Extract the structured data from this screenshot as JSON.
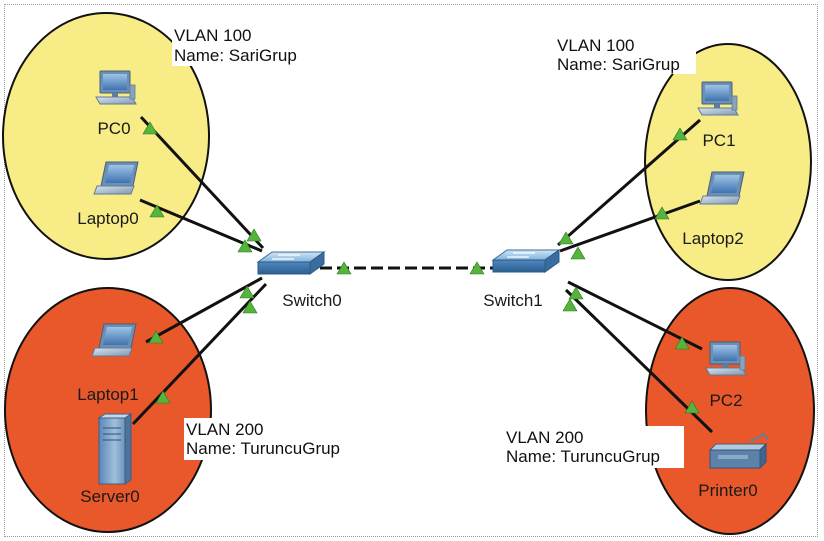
{
  "colors": {
    "vlan100_fill": "#f7ec86",
    "vlan200_fill": "#e8582a",
    "link_endpoint": "#55b43b",
    "link": "#111111"
  },
  "vlan_labels": {
    "left_100": {
      "line1": "VLAN 100",
      "line2": "Name: SariGrup"
    },
    "right_100": {
      "line1": "VLAN 100",
      "line2": "Name: SariGrup"
    },
    "left_200": {
      "line1": "VLAN 200",
      "line2": "Name: TuruncuGrup"
    },
    "right_200": {
      "line1": "VLAN 200",
      "line2": "Name: TuruncuGrup"
    }
  },
  "devices": {
    "pc0": {
      "label": "PC0",
      "icon": "pc-icon"
    },
    "laptop0": {
      "label": "Laptop0",
      "icon": "laptop-icon"
    },
    "laptop1": {
      "label": "Laptop1",
      "icon": "laptop-icon"
    },
    "server0": {
      "label": "Server0",
      "icon": "server-icon"
    },
    "switch0": {
      "label": "Switch0",
      "icon": "switch-icon"
    },
    "switch1": {
      "label": "Switch1",
      "icon": "switch-icon"
    },
    "pc1": {
      "label": "PC1",
      "icon": "pc-icon"
    },
    "laptop2": {
      "label": "Laptop2",
      "icon": "laptop-icon"
    },
    "pc2": {
      "label": "PC2",
      "icon": "pc-icon"
    },
    "printer0": {
      "label": "Printer0",
      "icon": "printer-icon"
    }
  }
}
